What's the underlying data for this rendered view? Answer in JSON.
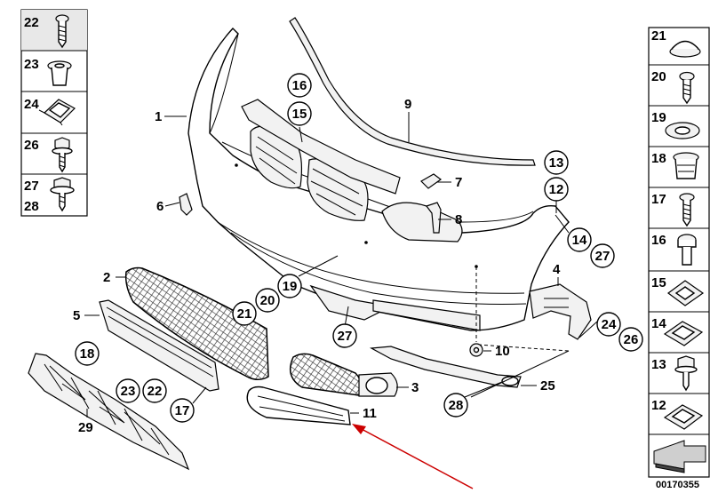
{
  "diagram": {
    "doc_id": "00170355",
    "left_panel": [
      {
        "labels": [
          "22"
        ],
        "icon": "screw-icon"
      },
      {
        "labels": [
          "23"
        ],
        "icon": "expanding-nut-icon"
      },
      {
        "labels": [
          "24"
        ],
        "icon": "clip-nut-icon"
      },
      {
        "labels": [
          "26"
        ],
        "icon": "hex-screw-icon"
      },
      {
        "labels": [
          "27",
          "28"
        ],
        "icon": "collar-screw-icon"
      }
    ],
    "right_panel": [
      {
        "labels": [
          "21"
        ],
        "icon": "cap-icon"
      },
      {
        "labels": [
          "20"
        ],
        "icon": "screw-icon"
      },
      {
        "labels": [
          "19"
        ],
        "icon": "washer-icon"
      },
      {
        "labels": [
          "18"
        ],
        "icon": "grommet-icon"
      },
      {
        "labels": [
          "17"
        ],
        "icon": "screw-icon"
      },
      {
        "labels": [
          "16"
        ],
        "icon": "bolt-icon"
      },
      {
        "labels": [
          "15"
        ],
        "icon": "square-clip-icon"
      },
      {
        "labels": [
          "14"
        ],
        "icon": "clip-nut-icon"
      },
      {
        "labels": [
          "13"
        ],
        "icon": "hex-screw-icon"
      },
      {
        "labels": [
          "12"
        ],
        "icon": "clip-nut-icon"
      },
      {
        "labels": [],
        "icon": "arrow-icon"
      }
    ],
    "callouts": [
      "16",
      "15",
      "13",
      "12",
      "14",
      "27",
      "19",
      "20",
      "21",
      "27",
      "24",
      "26",
      "18",
      "23",
      "22",
      "17",
      "28"
    ],
    "plain_labels": [
      "1",
      "9",
      "6",
      "7",
      "8",
      "2",
      "5",
      "4",
      "10",
      "3",
      "25",
      "11",
      "29"
    ]
  }
}
